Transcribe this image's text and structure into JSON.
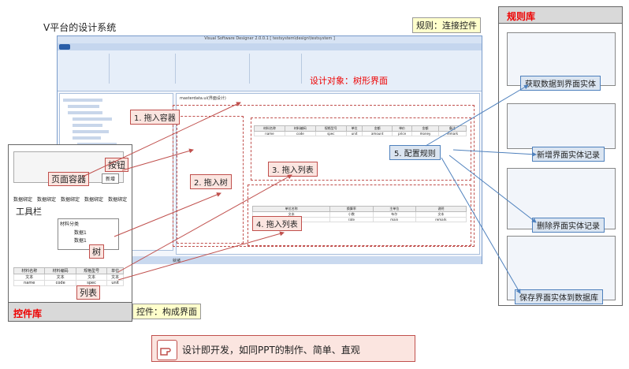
{
  "title": "V平台的设计系统",
  "designer": {
    "window_title": "Visual Software Designer 2.0.0.1 [ testsystem\\design\\testsystem ]",
    "tab": "masterdata.ui(界面设计)",
    "design_object": "设计对象：树形界面",
    "status": "就绪"
  },
  "palette": {
    "header": "控件库",
    "container_label": "页面容器",
    "button_label": "按钮",
    "button_text": "新增",
    "toolbar_label": "工具栏",
    "toolbar_items": [
      "数据绑定",
      "数据绑定",
      "数据绑定",
      "数据绑定",
      "数据绑定"
    ],
    "tree_label": "树",
    "tree_root": "材料分类",
    "tree_children": [
      "数据1",
      "数据1"
    ],
    "list_label": "列表",
    "list_columns": [
      "材料名称",
      "材料编码",
      "规格型号",
      "单位"
    ],
    "list_rows": [
      [
        "文本",
        "文本",
        "文本",
        "文本"
      ],
      [
        "name",
        "code",
        "spec",
        "unit"
      ]
    ]
  },
  "callouts": {
    "drag_container": "1. 拖入容器",
    "drag_tree": "2. 拖入树",
    "drag_list1": "3. 拖入列表",
    "drag_list2": "4. 拖入列表",
    "config_rules": "5. 配置规则",
    "rule_connect": "规则：连接控件",
    "control_compose": "控件：构成界面"
  },
  "rules": {
    "header": "规则库",
    "items": [
      "获取数据到界面实体",
      "新增界面实体记录",
      "删除界面实体记录",
      "保存界面实体到数据库"
    ]
  },
  "canvas": {
    "top_grid_headers": [
      "材料名称",
      "材料编码",
      "规格型号",
      "单位",
      "金额",
      "单价",
      "金额",
      "备注"
    ],
    "top_grid_row": [
      "name",
      "code",
      "spec",
      "unit",
      "amount",
      "price",
      "money",
      "remark"
    ],
    "bottom_grid_headers": [
      "单位名称",
      "换算率",
      "主单位",
      "说明"
    ],
    "bottom_grid_rows": [
      [
        "文本",
        "小数",
        "布尔",
        "文本"
      ],
      [
        "changeunit",
        "rate",
        "main",
        "remark"
      ]
    ]
  },
  "note": "设计即开发，如同PPT的制作、简单、直观"
}
